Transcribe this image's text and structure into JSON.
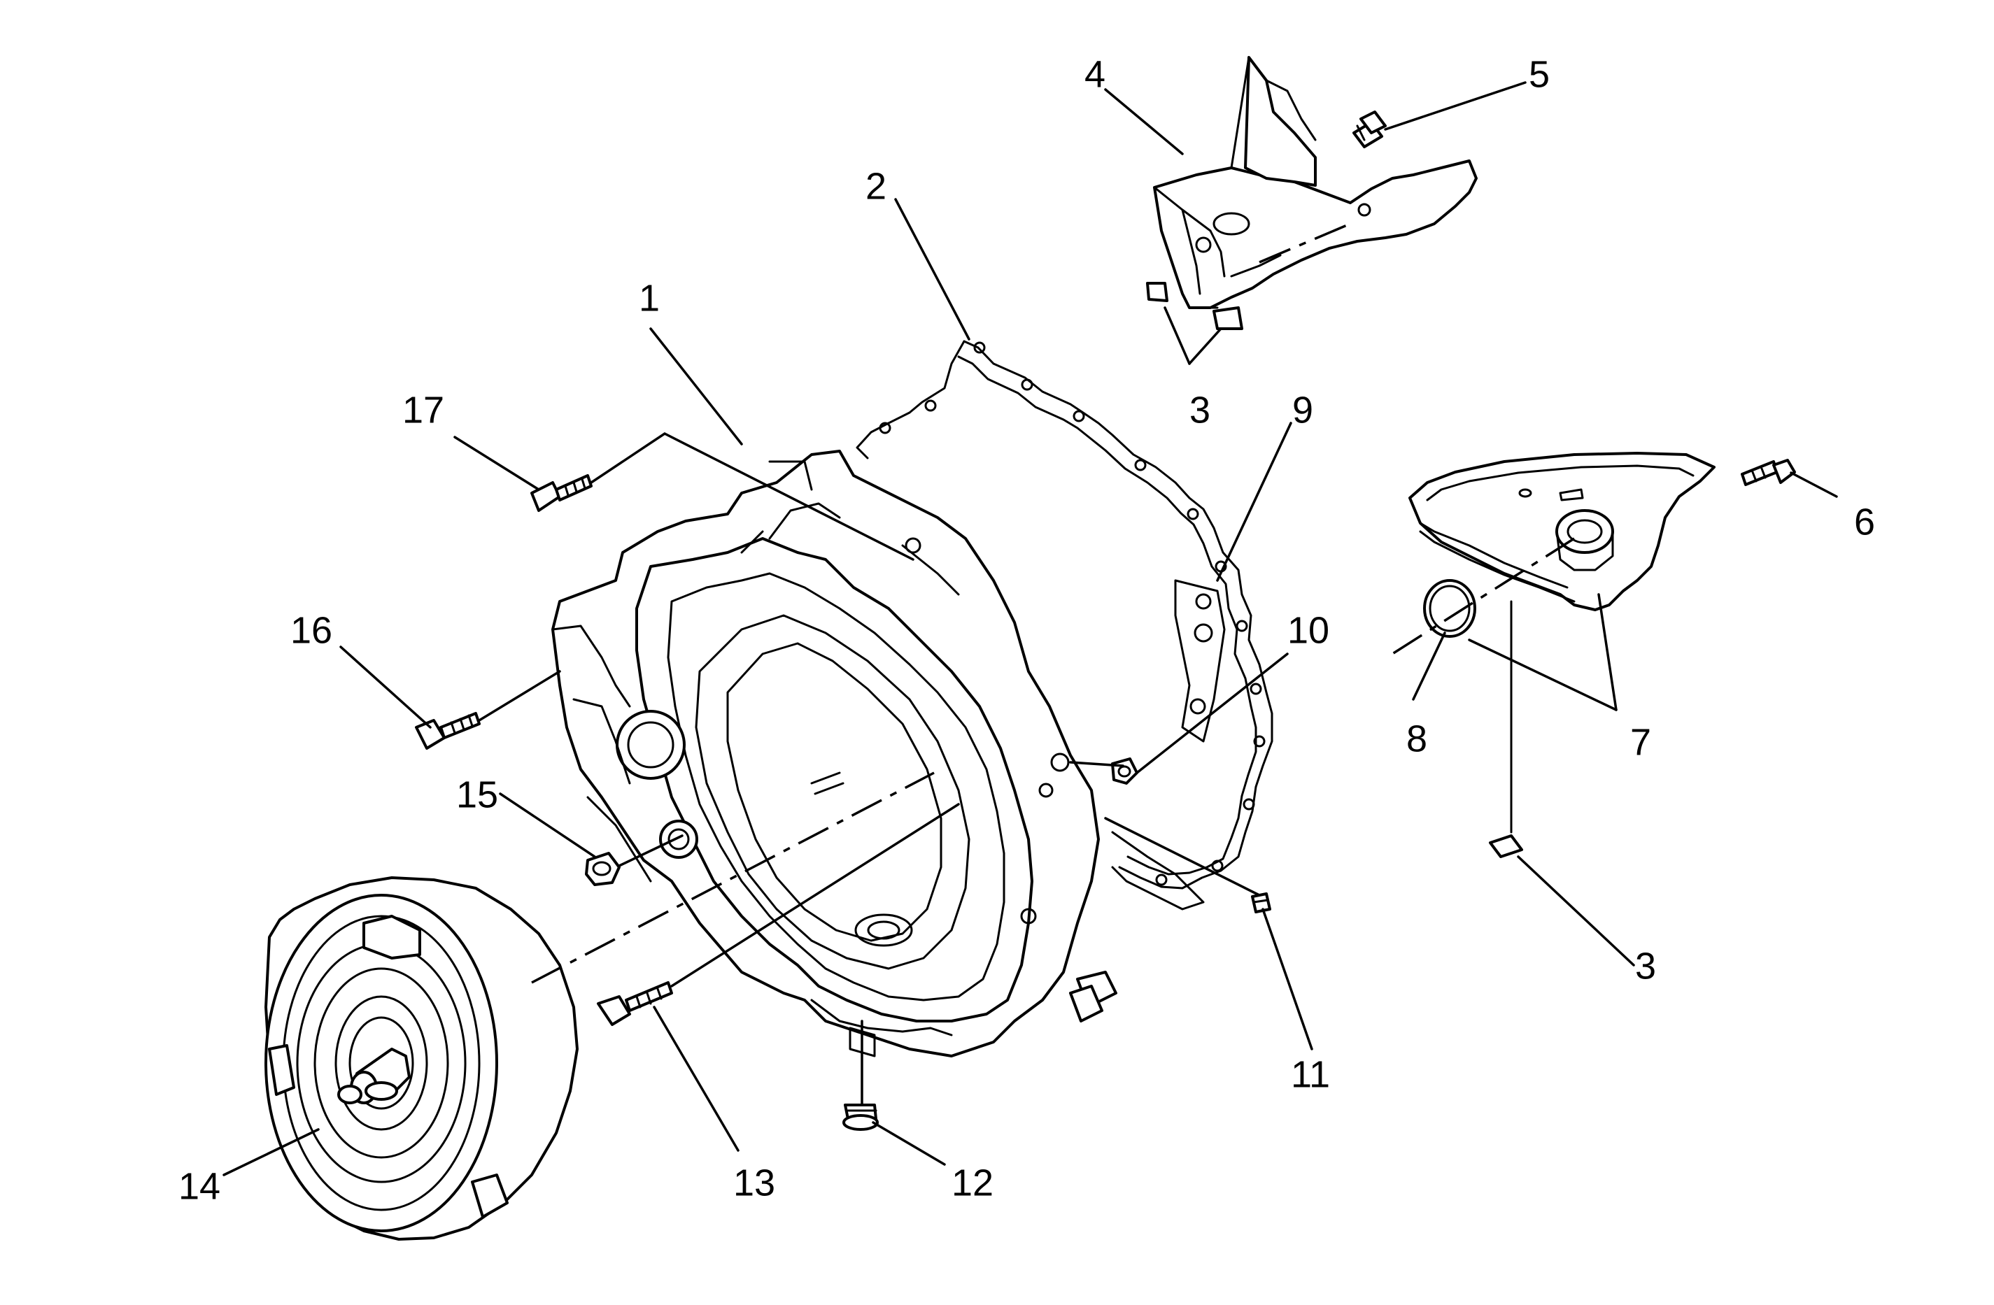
{
  "diagram": {
    "callouts": [
      {
        "id": "c1",
        "text": "1"
      },
      {
        "id": "c2",
        "text": "2"
      },
      {
        "id": "c3a",
        "text": "3"
      },
      {
        "id": "c3b",
        "text": "3"
      },
      {
        "id": "c4",
        "text": "4"
      },
      {
        "id": "c5",
        "text": "5"
      },
      {
        "id": "c6",
        "text": "6"
      },
      {
        "id": "c7",
        "text": "7"
      },
      {
        "id": "c8",
        "text": "8"
      },
      {
        "id": "c9",
        "text": "9"
      },
      {
        "id": "c10",
        "text": "10"
      },
      {
        "id": "c11",
        "text": "11"
      },
      {
        "id": "c12",
        "text": "12"
      },
      {
        "id": "c13",
        "text": "13"
      },
      {
        "id": "c14",
        "text": "14"
      },
      {
        "id": "c15",
        "text": "15"
      },
      {
        "id": "c16",
        "text": "16"
      },
      {
        "id": "c17",
        "text": "17"
      }
    ]
  }
}
